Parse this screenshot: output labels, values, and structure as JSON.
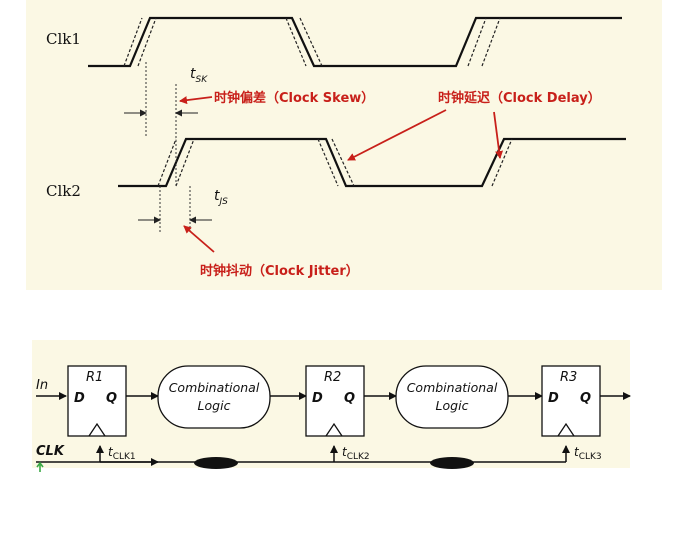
{
  "timing": {
    "clk1_label": "Clk1",
    "clk2_label": "Clk2",
    "t_sk": {
      "main": "t",
      "sub": "SK"
    },
    "t_js": {
      "main": "t",
      "sub": "JS"
    },
    "skew_label": "时钟偏差（Clock Skew）",
    "delay_label": "时钟延迟（Clock Delay）",
    "jitter_label": "时钟抖动（Clock Jitter）"
  },
  "circuit": {
    "input_label": "In",
    "clk_label": "CLK",
    "registers": [
      {
        "name": "R1",
        "d": "D",
        "q": "Q",
        "t_main": "t",
        "t_sub": "CLK1"
      },
      {
        "name": "R2",
        "d": "D",
        "q": "Q",
        "t_main": "t",
        "t_sub": "CLK2"
      },
      {
        "name": "R3",
        "d": "D",
        "q": "Q",
        "t_main": "t",
        "t_sub": "CLK3"
      }
    ],
    "logic_blocks": [
      {
        "line1": "Combinational",
        "line2": "Logic"
      },
      {
        "line1": "Combinational",
        "line2": "Logic"
      }
    ]
  },
  "colors": {
    "annotation_red": "#c8201a",
    "panel_bg": "#fbf8e4",
    "clk_arrow_green": "#3aa845"
  }
}
